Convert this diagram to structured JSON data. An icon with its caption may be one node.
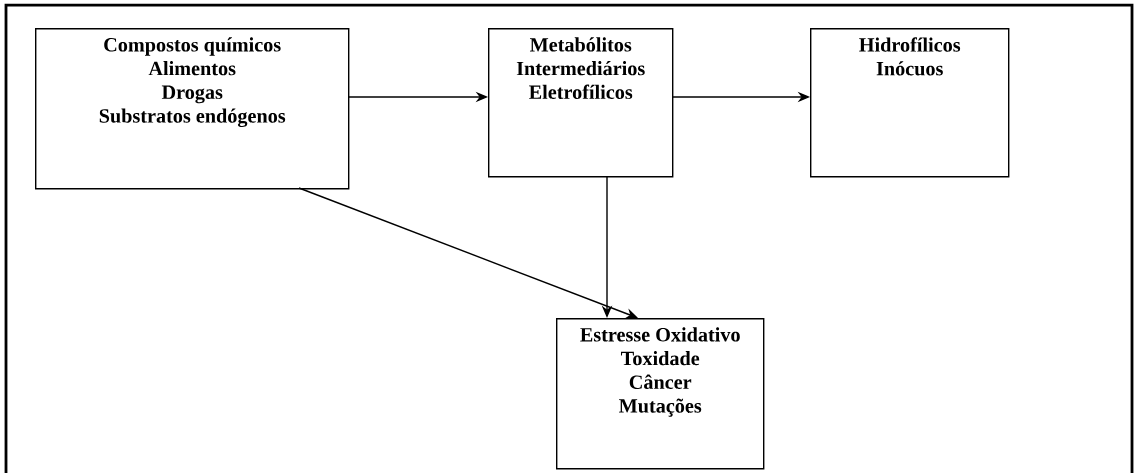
{
  "diagram": {
    "nodes": [
      {
        "text": [
          "Compostos químicos",
          "Alimentos",
          "Drogas",
          "Substratos endógenos"
        ]
      },
      {
        "text": [
          "Metabólitos",
          "Intermediários",
          "Eletrofílicos"
        ]
      },
      {
        "text": [
          "Hidrofílicos",
          "Inócuos"
        ]
      },
      {
        "text": [
          "Estresse Oxidativo",
          "Toxidade",
          "Câncer",
          "Mutações"
        ]
      }
    ],
    "edges": [
      {
        "from": 0,
        "to": 1,
        "arrow": "to"
      },
      {
        "from": 1,
        "to": 2,
        "arrow": "to"
      },
      {
        "from": 1,
        "to": 3,
        "arrow": "to"
      },
      {
        "from": 0,
        "to": 3,
        "arrow": "to"
      }
    ]
  }
}
